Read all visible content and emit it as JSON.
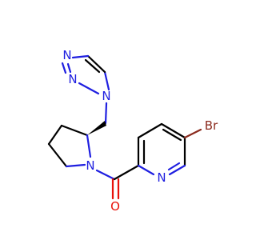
{
  "atoms": [
    {
      "key": "n_pyrrolidine",
      "symbol": "N",
      "color": "#1f1fe0"
    },
    {
      "key": "n_pyridine",
      "symbol": "N",
      "color": "#1f1fe0"
    },
    {
      "key": "o_carbonyl",
      "symbol": "O",
      "color": "#e8120b"
    },
    {
      "key": "br",
      "symbol": "Br",
      "color": "#8b2a1d"
    },
    {
      "key": "n1_triazole",
      "symbol": "N",
      "color": "#1f1fe0"
    },
    {
      "key": "n2_triazole",
      "symbol": "N",
      "color": "#1f1fe0"
    },
    {
      "key": "n3_triazole",
      "symbol": "N",
      "color": "#1f1fe0"
    }
  ],
  "bond_color": "#000000"
}
